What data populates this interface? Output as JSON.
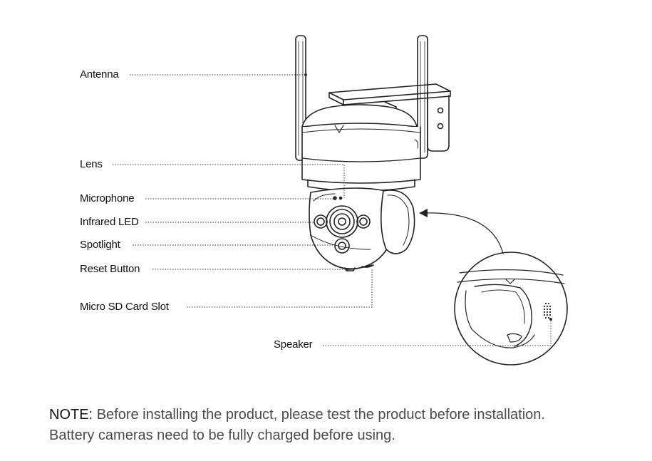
{
  "labels": {
    "antenna": "Antenna",
    "lens": "Lens",
    "microphone": "Microphone",
    "infrared_led": "Infrared LED",
    "spotlight": "Spotlight",
    "reset_button": "Reset Button",
    "micro_sd_card_slot": "Micro SD Card Slot",
    "speaker": "Speaker"
  },
  "note": {
    "prefix": "NOTE:",
    "line1": "Before installing the product, please test the product before installation.",
    "line2": "Battery cameras need to be fully charged before using."
  },
  "colors": {
    "ink": "#111111",
    "leader": "#333333",
    "note_text": "#4a4a4a",
    "background": "#ffffff"
  }
}
